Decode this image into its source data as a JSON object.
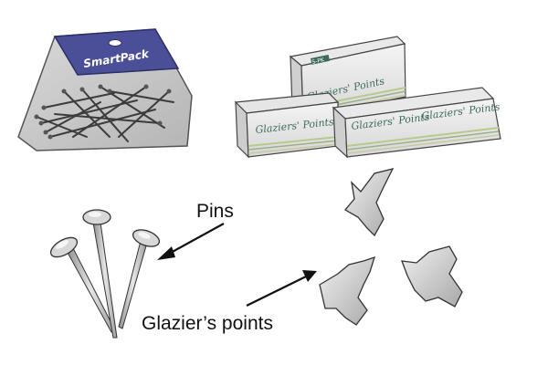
{
  "pack": {
    "brand": "SmartPack"
  },
  "boxes": {
    "label": "Glaziers' Points",
    "tag": "S-PK"
  },
  "callouts": {
    "pins": "Pins",
    "glaziers_points": "Glazier’s points"
  },
  "colors": {
    "box_green": "#3d6b5a",
    "pack_blue": "#4a4f98",
    "metal": "#c8c8c8",
    "ink": "#111111"
  }
}
